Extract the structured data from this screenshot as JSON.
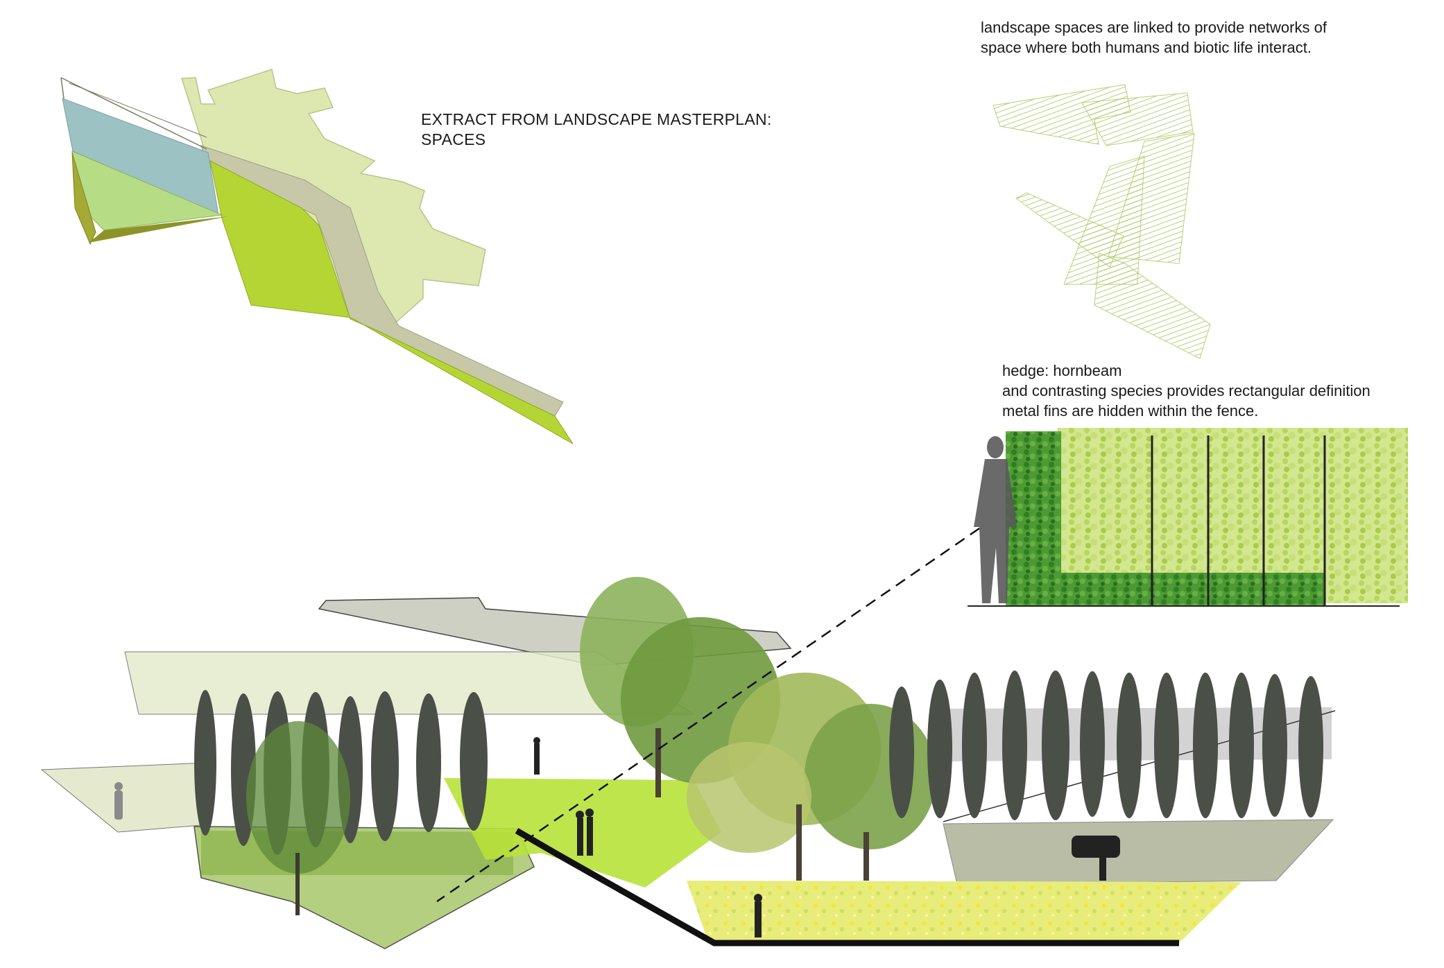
{
  "title_block": {
    "line1": "EXTRACT FROM LANDSCAPE MASTERPLAN:",
    "line2": "SPACES"
  },
  "network_caption": {
    "line1": "landscape spaces are linked to provide networks of",
    "line2": "space where both humans and biotic life interact."
  },
  "hedge_caption": {
    "line1": "hedge: hornbeam",
    "line2": "and contrasting species provides rectangular definition",
    "line3": "metal fins are hidden within the fence."
  },
  "colors": {
    "pale_green": "#dde7b0",
    "lime": "#b5d534",
    "blue": "#9cc2c4",
    "light_green": "#b6dd86",
    "olive": "#a4aa34",
    "path_grey": "#c6c8a8",
    "hedge_dark": "#3a8a2a",
    "hedge_light": "#c3dd6a",
    "cypress": "#4a5048",
    "tree_green": "#7ca24a"
  }
}
